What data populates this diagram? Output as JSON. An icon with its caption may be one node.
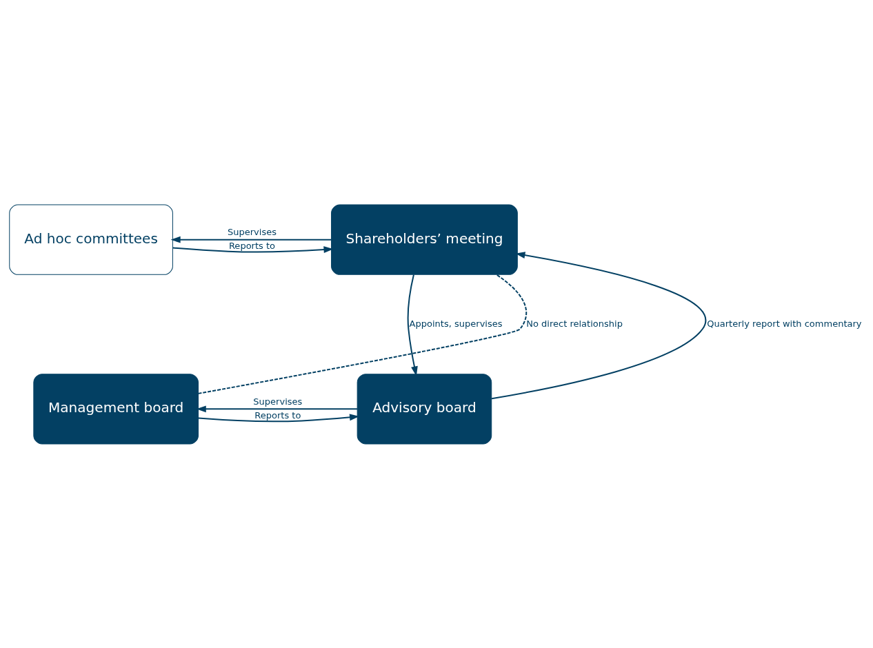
{
  "diagram": {
    "nodes": [
      {
        "text": [
          "Ad hoc committees"
        ]
      },
      {
        "text": [
          "Shareholders’ meeting"
        ]
      },
      {
        "text": [
          "Management board"
        ]
      },
      {
        "text": [
          "Advisory board"
        ]
      }
    ],
    "edges": [
      {
        "from": 0,
        "to": 1,
        "arrow": "to",
        "label": "Reports to"
      },
      {
        "from": 1,
        "to": 0,
        "arrow": "to",
        "label": "Supervises"
      },
      {
        "from": 1,
        "to": 3,
        "arrow": "to",
        "label": "Appoints, supervises"
      },
      {
        "from": 3,
        "to": 1,
        "arrow": "to",
        "label": "Quarterly report with commentary"
      },
      {
        "from": 2,
        "to": 3,
        "arrow": "to",
        "label": "Reports to"
      },
      {
        "from": 3,
        "to": 2,
        "arrow": "to",
        "label": "Supervises"
      },
      {
        "from": 2,
        "to": 1,
        "arrow": "none",
        "label": "No direct relationship",
        "style": "dashed"
      }
    ]
  }
}
